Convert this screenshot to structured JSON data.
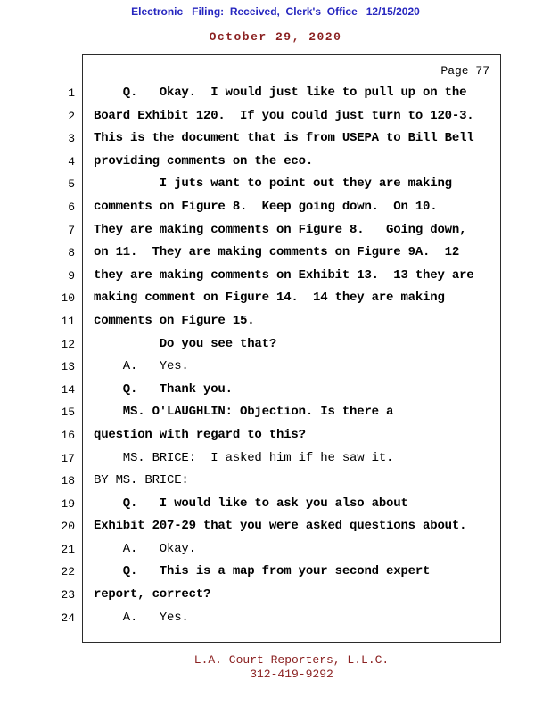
{
  "header": {
    "efiling": "Electronic   Filing:  Received,  Clerk's  Office   12/15/2020",
    "date": "October 29, 2020"
  },
  "transcript": {
    "page_label": "Page 77",
    "lines": [
      {
        "n": "1",
        "t": "    Q.   Okay.  I would just like to pull up on the",
        "b": true
      },
      {
        "n": "2",
        "t": "Board Exhibit 120.  If you could just turn to 120-3.",
        "b": true
      },
      {
        "n": "3",
        "t": "This is the document that is from USEPA to Bill Bell",
        "b": true
      },
      {
        "n": "4",
        "t": "providing comments on the eco.",
        "b": true
      },
      {
        "n": "5",
        "t": "         I juts want to point out they are making",
        "b": true
      },
      {
        "n": "6",
        "t": "comments on Figure 8.  Keep going down.  On 10.",
        "b": true
      },
      {
        "n": "7",
        "t": "They are making comments on Figure 8.   Going down,",
        "b": true
      },
      {
        "n": "8",
        "t": "on 11.  They are making comments on Figure 9A.  12",
        "b": true
      },
      {
        "n": "9",
        "t": "they are making comments on Exhibit 13.  13 they are",
        "b": true
      },
      {
        "n": "10",
        "t": "making comment on Figure 14.  14 they are making",
        "b": true
      },
      {
        "n": "11",
        "t": "comments on Figure 15.",
        "b": true
      },
      {
        "n": "12",
        "t": "         Do you see that?",
        "b": true
      },
      {
        "n": "13",
        "t": "    A.   Yes.",
        "b": false
      },
      {
        "n": "14",
        "t": "    Q.   Thank you.",
        "b": true
      },
      {
        "n": "15",
        "t": "    MS. O'LAUGHLIN: Objection. Is there a",
        "b": true
      },
      {
        "n": "16",
        "t": "question with regard to this?",
        "b": true
      },
      {
        "n": "17",
        "t": "    MS. BRICE:  I asked him if he saw it.",
        "b": false
      },
      {
        "n": "18",
        "t": "BY MS. BRICE:",
        "b": false
      },
      {
        "n": "19",
        "t": "    Q.   I would like to ask you also about",
        "b": true
      },
      {
        "n": "20",
        "t": "Exhibit 207-29 that you were asked questions about.",
        "b": true
      },
      {
        "n": "21",
        "t": "    A.   Okay.",
        "b": false
      },
      {
        "n": "22",
        "t": "    Q.   This is a map from your second expert",
        "b": true
      },
      {
        "n": "23",
        "t": "report, correct?",
        "b": true
      },
      {
        "n": "24",
        "t": "    A.   Yes.",
        "b": false
      }
    ]
  },
  "footer": {
    "company": "L.A. Court Reporters, L.L.C.",
    "phone": "312-419-9292"
  },
  "colors": {
    "header_blue": "#2626bf",
    "maroon": "#8b2121"
  }
}
